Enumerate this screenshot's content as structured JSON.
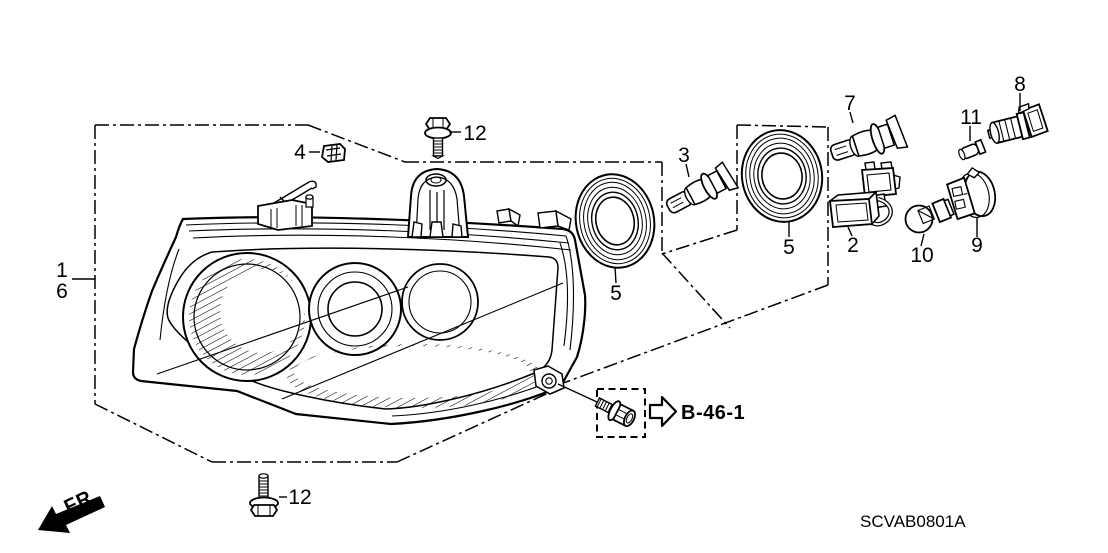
{
  "diagram": {
    "code": "SCVAB0801A",
    "front_indicator": "FR.",
    "detail_reference": "B-46-1"
  },
  "callouts": {
    "part_1": "1",
    "part_2": "2",
    "part_3": "3",
    "part_4": "4",
    "part_5_left": "5",
    "part_5_right": "5",
    "part_6": "6",
    "part_7": "7",
    "part_8": "8",
    "part_9": "9",
    "part_10": "10",
    "part_11": "11",
    "part_12_top": "12",
    "part_12_bottom": "12"
  },
  "colors": {
    "line": "#000000",
    "background": "#ffffff"
  }
}
